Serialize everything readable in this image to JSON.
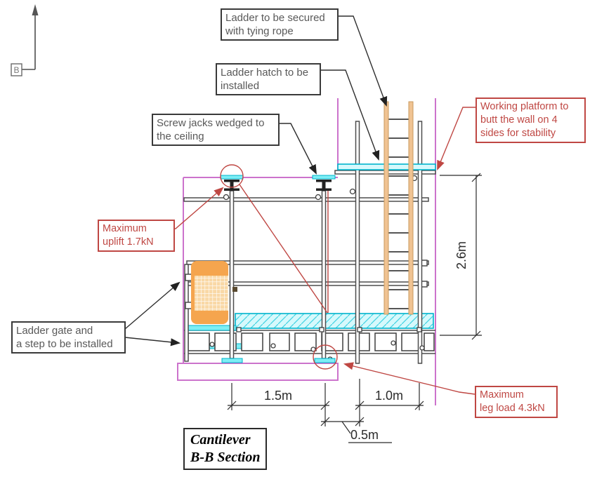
{
  "section_marker": {
    "label": "B"
  },
  "callouts": {
    "ladder_secured": {
      "lines": [
        "Ladder to be secured",
        "with tying rope"
      ]
    },
    "ladder_hatch": {
      "lines": [
        "Ladder hatch to be",
        "installed"
      ]
    },
    "screw_jacks": {
      "lines": [
        "Screw jacks wedged to",
        "the ceiling"
      ]
    },
    "working_platform": {
      "lines": [
        "Working platform to",
        "butt the wall on 4",
        "sides for stability"
      ]
    },
    "max_uplift": {
      "lines": [
        "Maximum",
        "uplift 1.7kN"
      ]
    },
    "ladder_gate": {
      "lines": [
        "Ladder gate and",
        "a step to be installed"
      ]
    },
    "max_leg_load": {
      "lines": [
        "Maximum",
        "leg load 4.3kN"
      ]
    }
  },
  "dimensions": {
    "span": "1.5m",
    "offset": "0.5m",
    "wall_gap": "1.0m",
    "height": "2.6m"
  },
  "title": {
    "lines": [
      "Cantilever",
      "B-B Section"
    ]
  },
  "colors": {
    "annotation_red": "#bf4743",
    "wall_magenta": "#cc73cc",
    "structure_gray": "#4d4d4d",
    "platform_cyan": "#00b4cc",
    "platform_cyan_fill": "#d6f9fc",
    "platform_cyan_solid": "#7deef5",
    "ladder_tan": "#f0c392",
    "ladder_tan_edge": "#c89a5e",
    "gate_orange": "#f5a54e",
    "gate_mesh": "#f9d8a6",
    "callout_text": "#595959",
    "callout_border": "#3a3a3a"
  }
}
